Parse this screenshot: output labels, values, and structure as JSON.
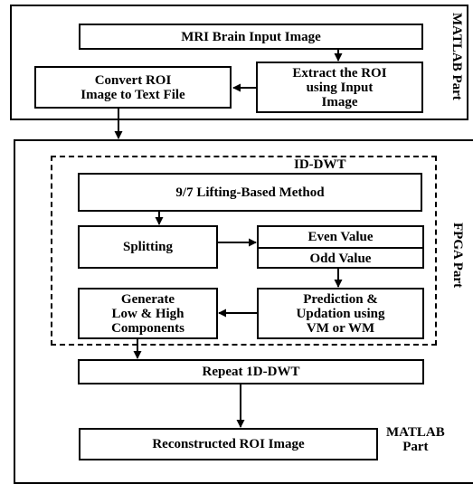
{
  "matlab_top": {
    "side_label": "MATLAB Part",
    "input_image": "MRI Brain Input Image",
    "extract_roi": [
      "Extract the ROI",
      "using Input",
      "Image"
    ],
    "convert_roi": [
      "Convert ROI",
      "Image to Text File"
    ]
  },
  "fpga": {
    "side_label": "FPGA Part",
    "dwt_title": "ID-DWT",
    "lifting_method": "9/7 Lifting-Based Method",
    "splitting": "Splitting",
    "even_value": "Even Value",
    "odd_value": "Odd Value",
    "prediction": [
      "Prediction &",
      "Updation using",
      "VM or WM"
    ],
    "generate": [
      "Generate",
      "Low & High",
      "Components"
    ],
    "repeat": "Repeat 1D-DWT"
  },
  "matlab_bottom": {
    "side_label": [
      "MATLAB",
      "Part"
    ],
    "reconstructed": "Reconstructed ROI Image"
  },
  "colors": {
    "stroke": "#000000",
    "background": "#ffffff"
  }
}
